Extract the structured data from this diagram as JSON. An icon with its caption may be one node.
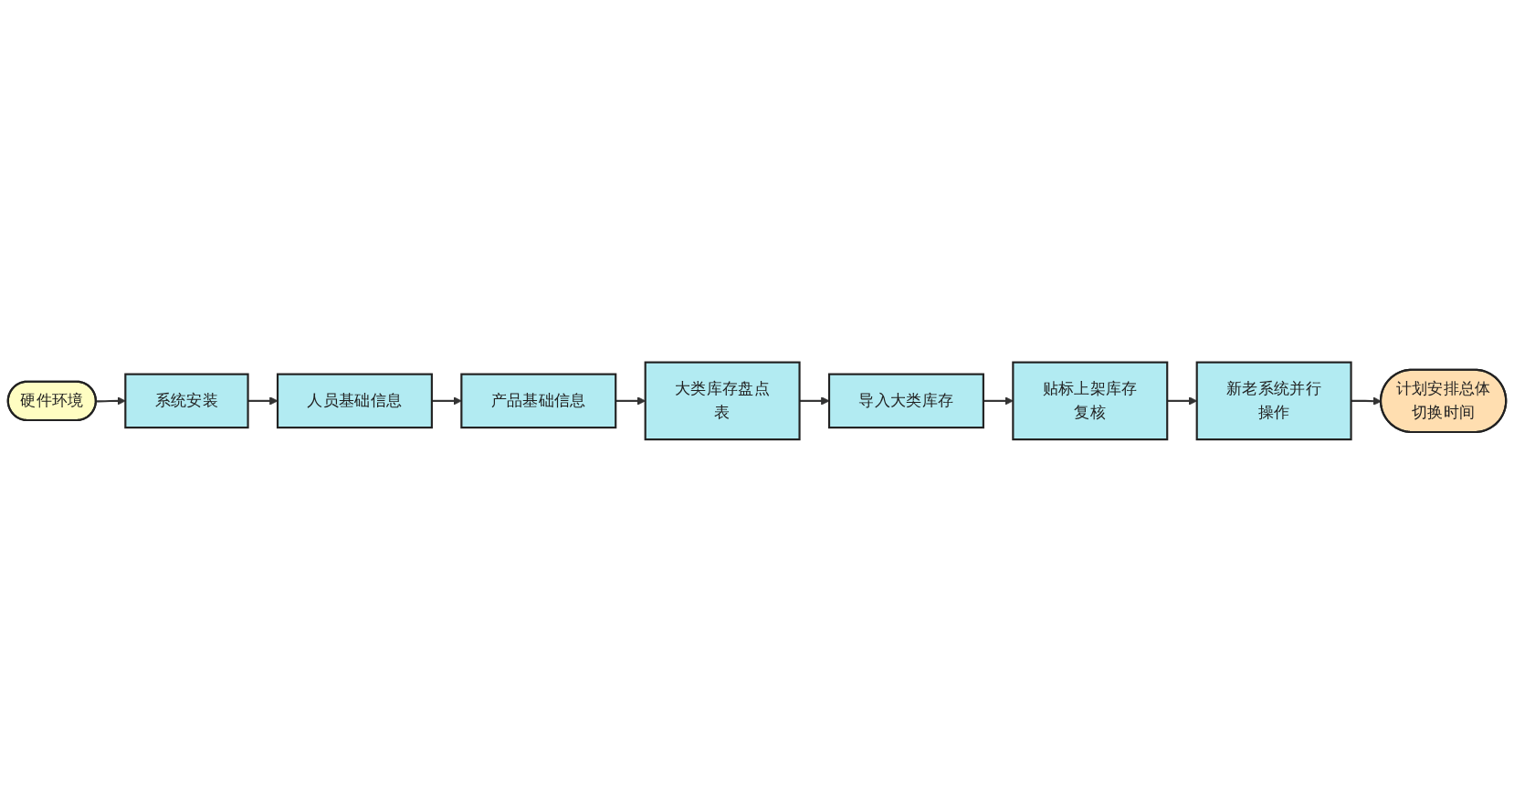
{
  "diagram": {
    "nodes": [
      {
        "text": [
          "硬件环境"
        ]
      },
      {
        "text": [
          "系统安装"
        ]
      },
      {
        "text": [
          "人员基础信息"
        ]
      },
      {
        "text": [
          "产品基础信息"
        ]
      },
      {
        "text": [
          "大类库存盘点表"
        ]
      },
      {
        "text": [
          "导入大类库存"
        ]
      },
      {
        "text": [
          "贴标上架库存复核"
        ]
      },
      {
        "text": [
          "新老系统并行操作"
        ]
      },
      {
        "text": [
          "计划安排总体切换时间"
        ]
      }
    ],
    "edges": [
      {
        "from": 0,
        "to": 1,
        "arrow": "to"
      },
      {
        "from": 1,
        "to": 2,
        "arrow": "to"
      },
      {
        "from": 2,
        "to": 3,
        "arrow": "to"
      },
      {
        "from": 3,
        "to": 4,
        "arrow": "to"
      },
      {
        "from": 4,
        "to": 5,
        "arrow": "to"
      },
      {
        "from": 5,
        "to": 6,
        "arrow": "to"
      },
      {
        "from": 6,
        "to": 7,
        "arrow": "to"
      },
      {
        "from": 7,
        "to": 8,
        "arrow": "to"
      }
    ]
  }
}
